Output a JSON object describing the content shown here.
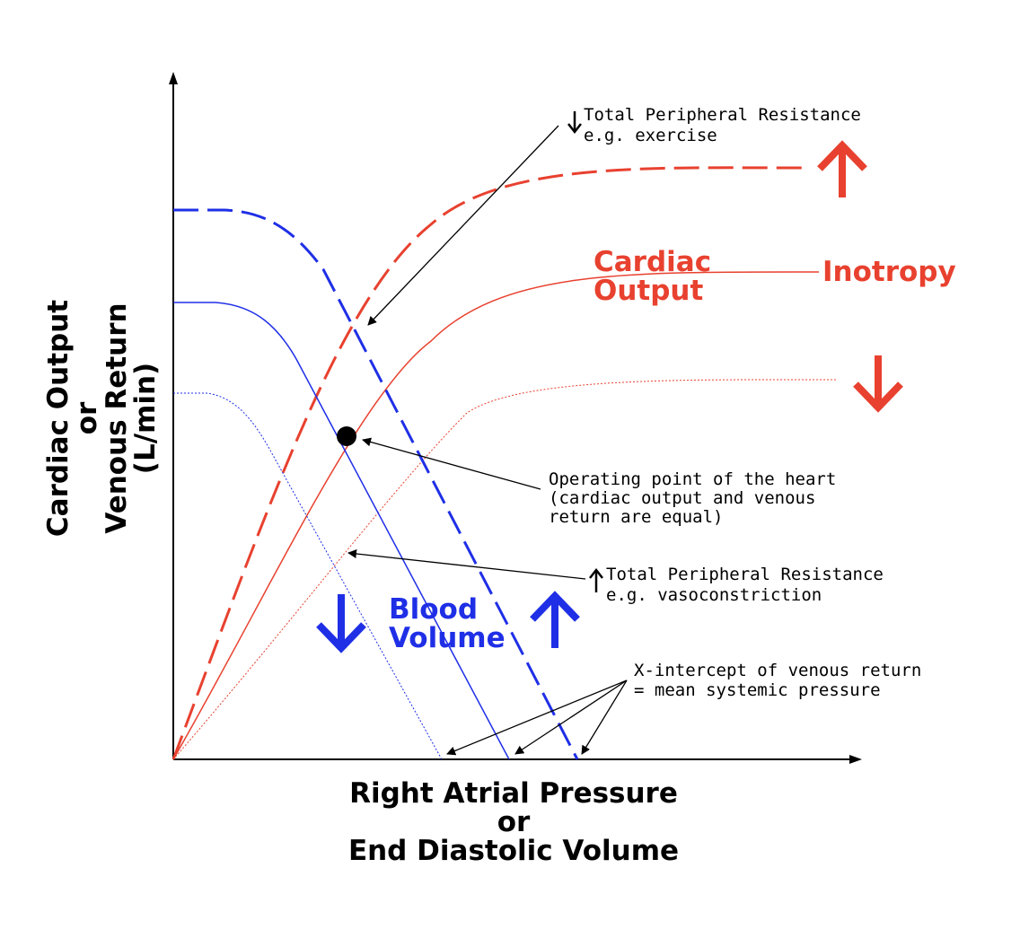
{
  "axes": {
    "y_label_lines": [
      "Cardiac Output",
      "or",
      "Venous Return",
      "(L/min)"
    ],
    "x_label_lines": [
      "Right Atrial Pressure",
      "or",
      "End Diastolic Volume"
    ]
  },
  "labels": {
    "cardiac_output": [
      "Cardiac",
      "Output"
    ],
    "inotropy": "Inotropy",
    "blood_volume": [
      "Blood",
      "Volume"
    ],
    "tpr_decrease": [
      "Total Peripheral Resistance",
      "e.g. exercise"
    ],
    "tpr_increase": [
      "Total Peripheral Resistance",
      "e.g. vasoconstriction"
    ],
    "operating_point": [
      "Operating point of the heart",
      "(cardiac output and venous",
      "return are equal)"
    ],
    "x_intercept": [
      "X-intercept of venous return",
      "= mean systemic pressure"
    ]
  },
  "icons": {
    "inotropy_up": "arrow-up-icon",
    "inotropy_down": "arrow-down-icon",
    "volume_down": "arrow-down-icon",
    "volume_up": "arrow-up-icon",
    "tpr_down": "small-arrow-down-icon",
    "tpr_up": "small-arrow-up-icon"
  },
  "colors": {
    "cardiac_output": "#e8412f",
    "venous_return": "#1f2fe6",
    "axis": "#000000",
    "annotation": "#000000"
  }
}
